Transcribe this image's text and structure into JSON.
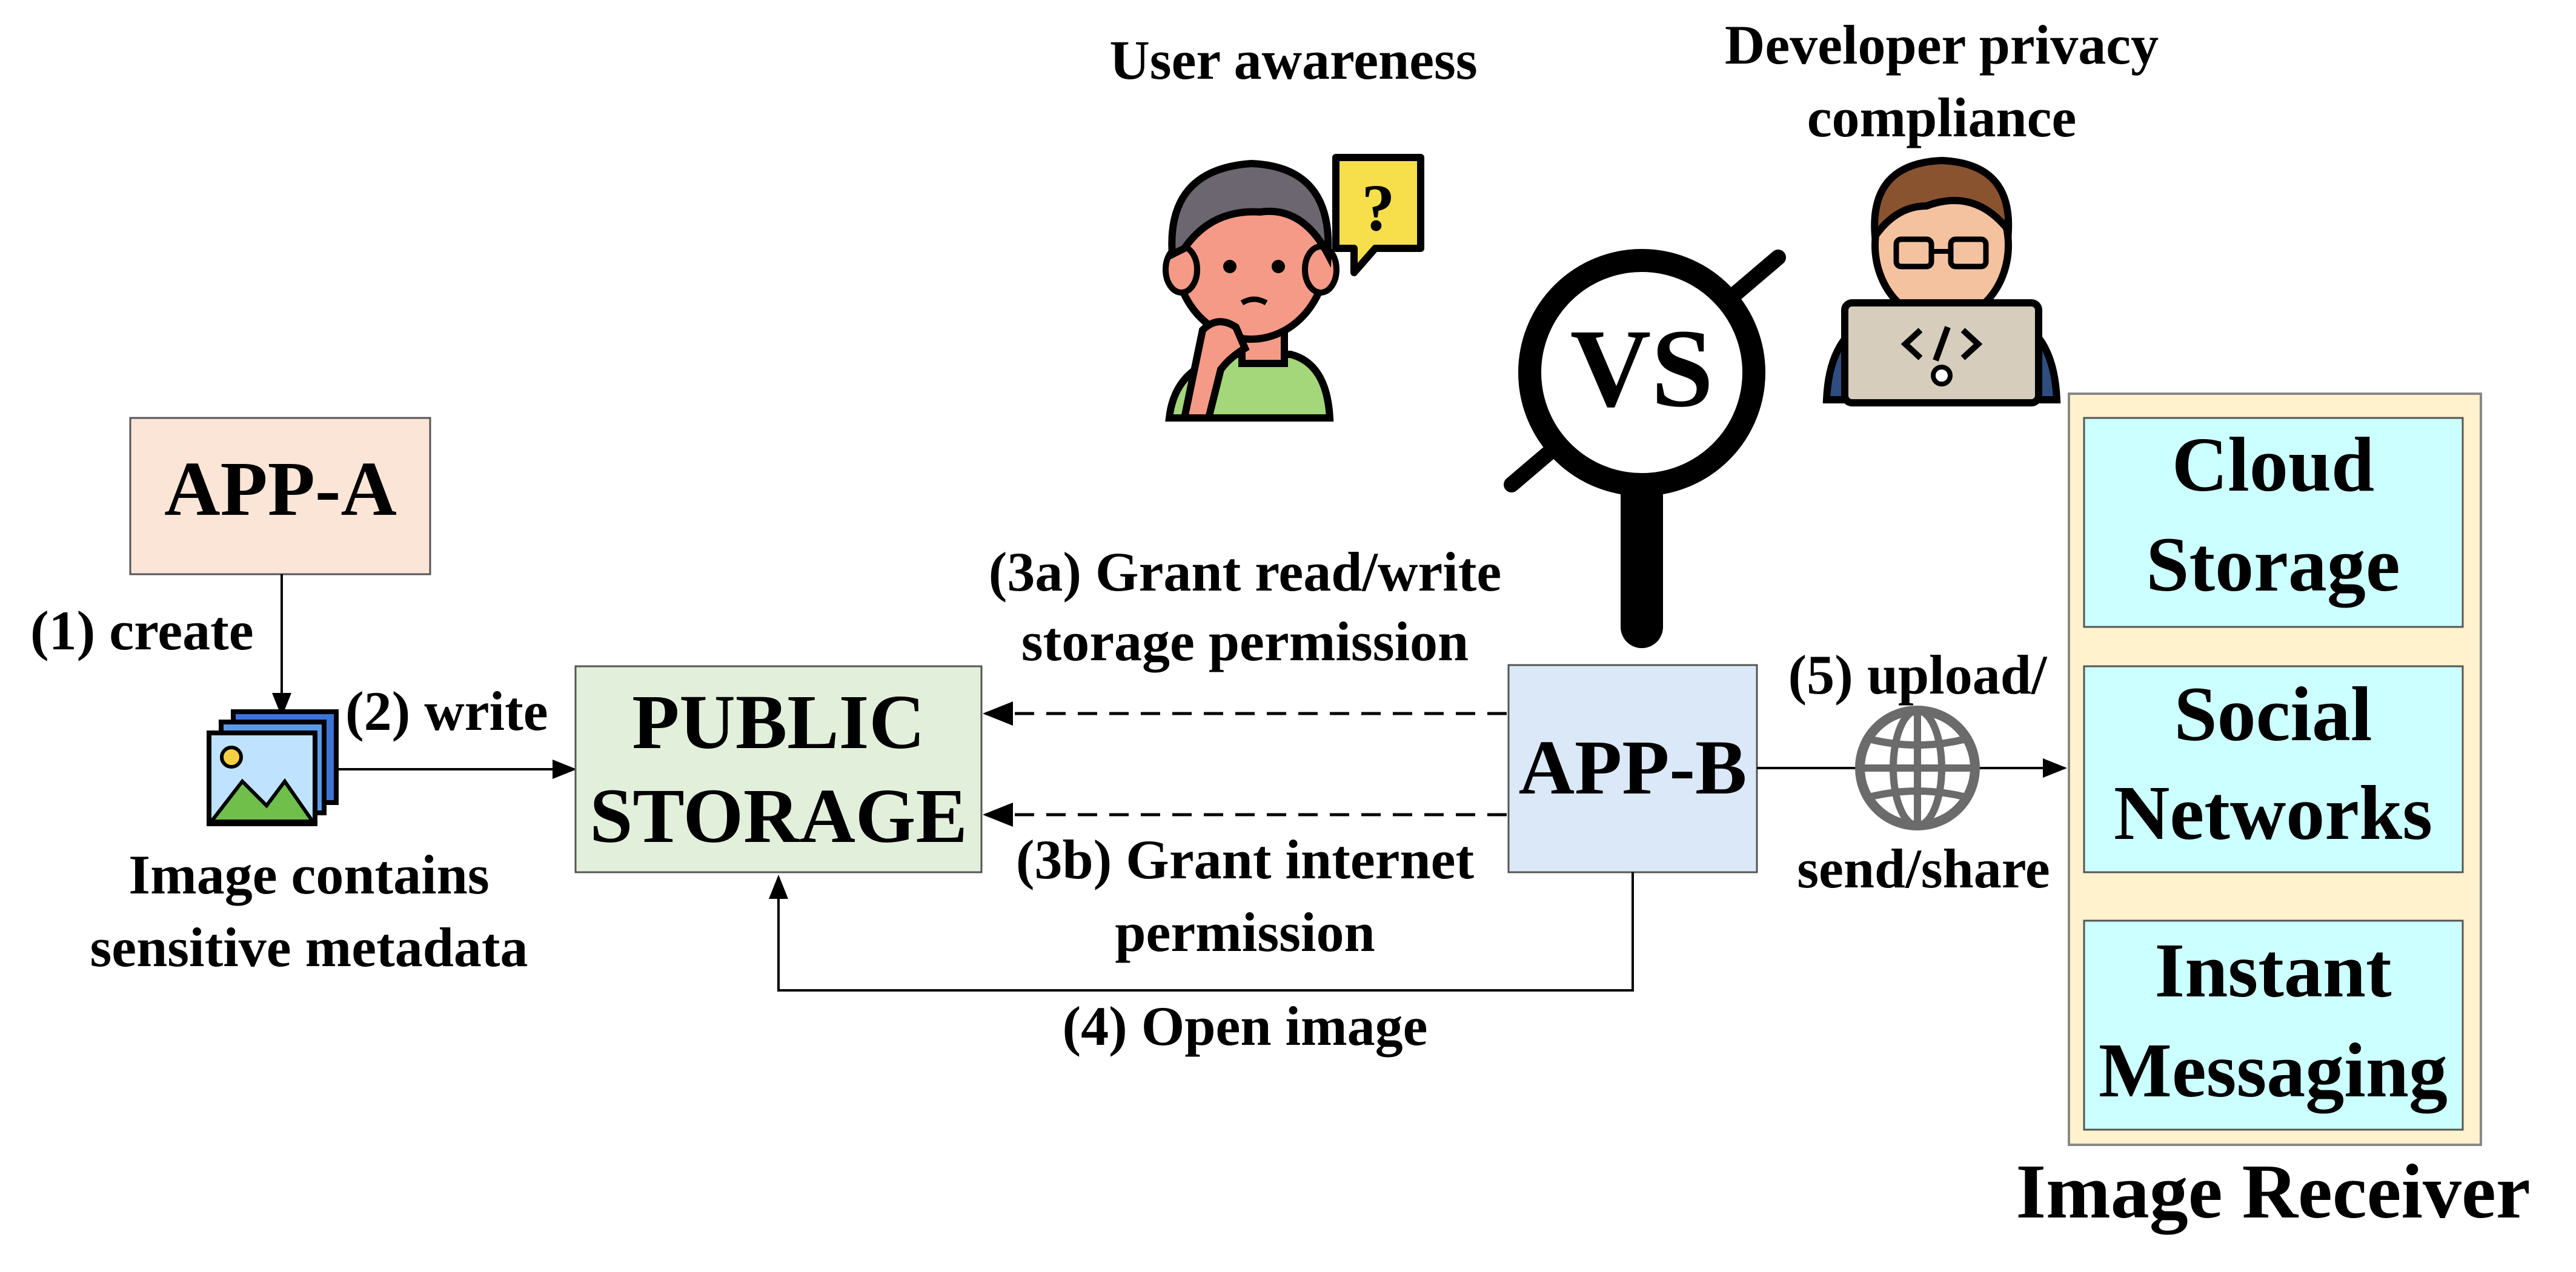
{
  "colors": {
    "app_a_fill": "#fbe5d6",
    "public_storage_fill": "#e2efda",
    "app_b_fill": "#dae8f7",
    "receiver_panel_fill": "#fff2cc",
    "receiver_item_fill": "#ccffff",
    "arrow": "#000000"
  },
  "icons": [
    "user-thinking-icon",
    "question-bubble-icon",
    "developer-laptop-icon",
    "vs-magnifier-icon",
    "image-stack-icon",
    "globe-icon"
  ],
  "headings": {
    "user_awareness": "User awareness",
    "developer_line1": "Developer privacy",
    "developer_line2": "compliance"
  },
  "nodes": {
    "app_a": "APP-A",
    "public_storage_line1": "PUBLIC",
    "public_storage_line2": "STORAGE",
    "app_b": "APP-B",
    "vs": "VS"
  },
  "image_caption": {
    "line1": "Image contains",
    "line2": "sensitive metadata"
  },
  "edges": {
    "create": "(1) create",
    "write": "(2) write",
    "grant_rw_line1": "(3a) Grant read/write",
    "grant_rw_line2": "storage permission",
    "grant_net_line1": "(3b) Grant internet",
    "grant_net_line2": "permission",
    "open_image": "(4) Open image",
    "upload_line1": "(5) upload/",
    "upload_line2": "send/share"
  },
  "receiver": {
    "title": "Image Receiver",
    "items": [
      {
        "line1": "Cloud",
        "line2": "Storage"
      },
      {
        "line1": "Social",
        "line2": "Networks"
      },
      {
        "line1": "Instant",
        "line2": "Messaging"
      }
    ]
  }
}
